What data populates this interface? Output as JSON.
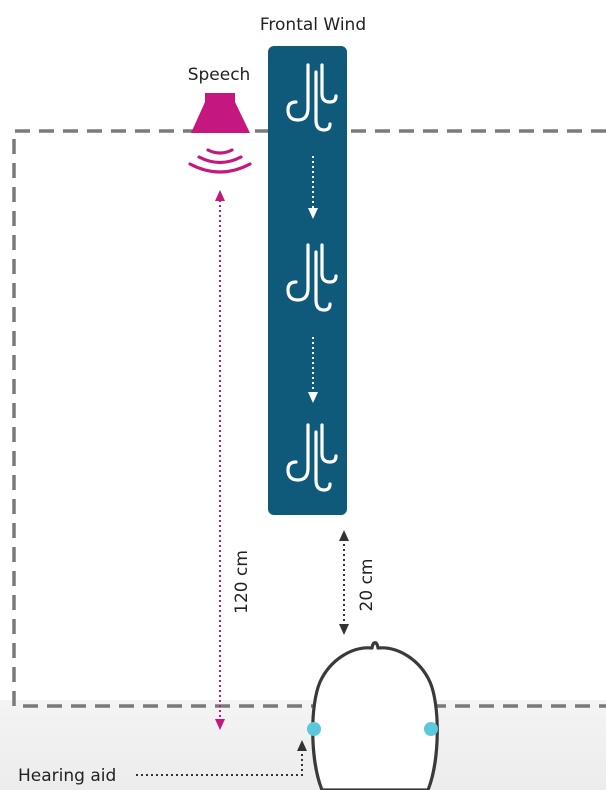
{
  "labels": {
    "wind": "Frontal Wind",
    "speech": "Speech",
    "distance_speech": "120 cm",
    "distance_wind": "20 cm",
    "hearing_aid": "Hearing aid"
  },
  "colors": {
    "speech": "#c4187f",
    "wind_panel": "#0f5a7a",
    "dashed_border": "#7a7a7a",
    "head_outline": "#3a3a3a",
    "hearing_aid": "#5bc8dc",
    "arrow": "#333333",
    "text": "#222222"
  },
  "icons": {
    "speaker": "speaker-icon",
    "wind": "wind-icon",
    "head": "head-icon"
  }
}
